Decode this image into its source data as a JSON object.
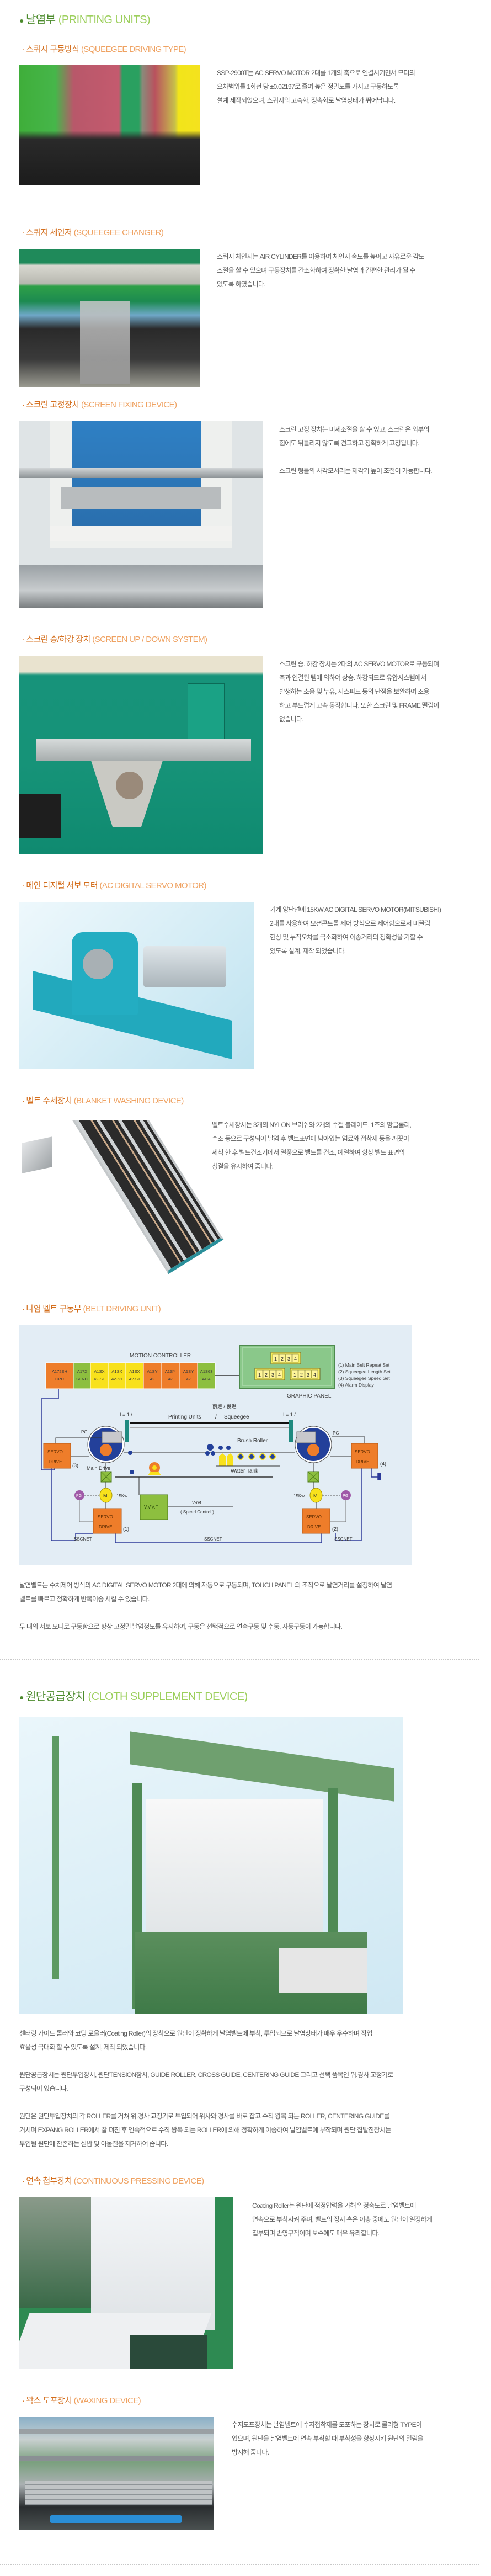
{
  "printing_units": {
    "title_ko": "날염부",
    "title_en": "(PRINTING UNITS)"
  },
  "sections": [
    {
      "title_ko": "스퀴지 구동방식",
      "title_en": "(SQUEEGEE DRIVING TYPE)",
      "paragraphs": [
        [
          "SSP-2900T는 AC SERVO MOTOR 2대를 1개의 축으로 연결시키면서 모터의",
          "오차범위를 1회전 당 ±0.02197로 줄여 높은 정밀도를 가지고 구동하도록",
          "설계 제작되었으며, 스퀴지의 고속화, 정속화로 날염상태가 뛰어납니다."
        ]
      ]
    },
    {
      "title_ko": "스퀴지 체인저",
      "title_en": "(SQUEEGEE CHANGER)",
      "paragraphs": [
        [
          "스퀴지 체인지는 AIR CYLINDER를 이용하여 체인지 속도를 높이고 자유로운 각도",
          "조절을 할 수 있으며 구동장치를 간소화하여 정확한 날염과 간편한 관리가 될 수",
          "있도록 하였습니다."
        ]
      ]
    },
    {
      "title_ko": "스크린 고정장치",
      "title_en": "(SCREEN FIXING DEVICE)",
      "paragraphs": [
        [
          "스크린 고정 장치는 미세조절을 할 수 있고, 스크린은 외부의",
          "힘에도 뒤틀리지 않도록 견고하고 정확하게 고정됩니다."
        ],
        [
          "스크린 형틀의 사각모서리는 제각기 높이 조절이 가능합니다."
        ]
      ]
    },
    {
      "title_ko": "스크린 승/하강 장치",
      "title_en": "(SCREEN UP / DOWN SYSTEM)",
      "paragraphs": [
        [
          "스크린 승. 하강 장치는 2대의 AC SERVO MOTOR로 구동되며",
          "축과 연결된 템에 의하여 상승. 하강되므로 유압시스템에서",
          "발생하는 소음 및 누유, 저스피드 등의 단점을 보완하여 조용",
          "하고 부드럽게 고속 동작합니다. 또한 스크린 및 FRAME 떨림이",
          "없습니다."
        ]
      ]
    },
    {
      "title_ko": "메인 디지털 서보 모터",
      "title_en": "(AC DIGITAL SERVO MOTOR)",
      "paragraphs": [
        [
          "기계 양단면에 15KW AC DIGITAL SERVO MOTOR(MITSUBISHI)",
          "2대를 사용하여 모션콘트롤 제어 방식으로 제어함으로서 미끌림",
          "현상 및 누적오차를 극소화하여 이송거리의 정확성을 기할 수",
          "있도록 설계, 제작 되었습니다."
        ]
      ]
    },
    {
      "title_ko": "벨트 수세장치",
      "title_en": "(BLANKET WASHING DEVICE)",
      "paragraphs": [
        [
          "벨트수세장치는 3개의 NYLON 브러쉬와 2개의 수절 블레이드, 1조의 망글롤러,",
          "수조 등으로 구성되어 날염 후 벨트표면에 남아있는 염료와 접착제 등을 깨끗이",
          "세척 한 후 벨트건조기에서 열풍으로 벨트를 건조, 예열하여 항상 벨트 표면의",
          "청결을 유지하여 줍니다."
        ]
      ]
    },
    {
      "title_ko": "나염 벨트 구동부",
      "title_en": "(BELT DRIVING UNIT)",
      "paragraphs": [
        [
          "날염벨트는 수치제어 방식의 AC DIGITAL SERVO MOTOR 2대에 의해 자동으로 구동되며,  TOUCH PANEL 의 조작으로 날염거리를 설정하여 날염",
          "벨트를 빠르고 정확하게 반복이송 시킬 수 있습니다."
        ],
        [
          "두 대의 서보 모터로 구동함으로 항상 고정밀 날염정도를 유지하여, 구동은 선택적으로 연속구동 및 수동, 자동구동이 가능합니다."
        ]
      ]
    }
  ],
  "belt_diagram": {
    "motion_controller": "MOTION CONTROLLER",
    "modules": [
      {
        "l1": "A172SH",
        "l2": "CPU",
        "color": "#ee7d2a"
      },
      {
        "l1": "A172",
        "l2": "SENC",
        "color": "#8dbf3f"
      },
      {
        "l1": "A1SX",
        "l2": "42-S1",
        "color": "#f8e11c"
      },
      {
        "l1": "A1SX",
        "l2": "42-S1",
        "color": "#f8e11c"
      },
      {
        "l1": "A1SX",
        "l2": "42-S1",
        "color": "#f8e11c"
      },
      {
        "l1": "A1SY",
        "l2": "42",
        "color": "#ee7d2a"
      },
      {
        "l1": "A1SY",
        "l2": "42",
        "color": "#ee7d2a"
      },
      {
        "l1": "A1SY",
        "l2": "42",
        "color": "#ee7d2a"
      },
      {
        "l1": "A1S63",
        "l2": "ADA",
        "color": "#8dbf3f"
      }
    ],
    "graphic_panel": "GRAPHIC PANEL",
    "panel_digits": [
      "1",
      "2",
      "3",
      "4"
    ],
    "legend": [
      "(1) Main Belt Repeat Set",
      "(2) Squeegee Length Set",
      "(3) Squeegee Speed Set",
      "(4) Alarm Display"
    ],
    "direction": "前進 / 後退",
    "ratio": "I = 1 /",
    "printing_units": "Printing Units",
    "slash": "/",
    "squeegee": "Squeegee",
    "pg": "PG",
    "servo": "SERVO",
    "drive": "DRIVE",
    "n1": "(1)",
    "n2": "(2)",
    "n3": "(3)",
    "n4": "(4)",
    "main_drive": "Main Drive",
    "brush_roller": "Brush Roller",
    "water_tank": "Water Tank",
    "motor": "M",
    "power": "15Kw",
    "vvvf": "V.V.V.F",
    "vref": "V-ref",
    "speed_control": "( Speed Control )",
    "sscnet": "SSCNET"
  },
  "cloth_supplement": {
    "title_ko": "원단공급장치",
    "title_en": "(CLOTH SUPPLEMENT DEVICE)",
    "paragraphs": [
      [
        "센터링 가이드 롤러와 코팅 로울러(Coating Roller)의 장착으로 원단이 정확하게 날염벨트에 부착, 투입되므로 날염상태가 매우 우수하며 작업",
        "효율성 극대화 할 수 있도록 설계, 제작 되었습니다."
      ],
      [
        "원단공급장치는 원단투입장치, 원단TENSION장치, GUIDE ROLLER, CROSS GUIDE, CENTERING GUIDE 그리고 선택 품목인 위.경사 교정기로",
        "구성되어 있습니다."
      ],
      [
        "원단은 원단투입장치의 각 ROLLER를 거쳐 위.경사 교정기로 투입되어 위사와 경사를 바로 잡고 수직 왕복 되는 ROLLER, CENTERING GUIDE를",
        "거치며 EXPANG ROLLER에서 잘 펴진 후 연속적으로 수직 왕복 되는 ROLLER에 의해 정확하게 이송하여 날염벨트에 부착되며 원단 집탈진장치는",
        "투입될 원단에 잔존하는 실밥 및 이물질을 제거하여 줍니다."
      ]
    ],
    "sections": [
      {
        "title_ko": "연속 첩부장치",
        "title_en": "(CONTINUOUS PRESSING DEVICE)",
        "paragraphs": [
          [
            "Coating Roller는 원단에 적정압력을 가해 일정속도로 날염벨트에",
            "연속으로 부착시켜 주며, 벨트의 정지 혹은 이송 중에도 원단이 일정하게",
            "첩부되며 반영구적이며 보수에도 매우 유리합니다."
          ]
        ]
      },
      {
        "title_ko": "왁스 도포장치",
        "title_en": "(WAXING DEVICE)",
        "paragraphs": [
          [
            "수지도포장치는 날염벨트에 수지접착제를 도포하는 장치로 롤러형 TYPE이",
            "있으며, 원단을 날염벨트에 연속 부착할 때 부착성을 향상시켜 원단의 밀림을",
            "방지해 줍니다."
          ]
        ]
      }
    ]
  },
  "colors": {
    "main_green": "#4b8a2c",
    "light_green": "#9ccf5c",
    "section_orange": "#d46f1e",
    "light_orange": "#efa262",
    "diagram_bg": "#e3edf5"
  }
}
